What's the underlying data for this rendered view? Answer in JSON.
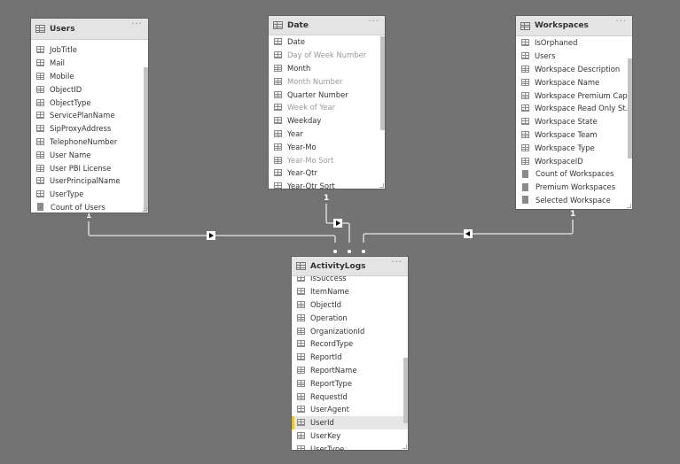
{
  "canvas_background": "#737373",
  "tables": {
    "users": {
      "title": "Users",
      "more": "···",
      "fields": [
        {
          "label": "JobTitle",
          "type": "column",
          "hidden": false
        },
        {
          "label": "Mail",
          "type": "column",
          "hidden": false
        },
        {
          "label": "Mobile",
          "type": "column",
          "hidden": false
        },
        {
          "label": "ObjectID",
          "type": "column",
          "hidden": false
        },
        {
          "label": "ObjectType",
          "type": "column",
          "hidden": false
        },
        {
          "label": "ServicePlanName",
          "type": "column",
          "hidden": false
        },
        {
          "label": "SipProxyAddress",
          "type": "column",
          "hidden": false
        },
        {
          "label": "TelephoneNumber",
          "type": "column",
          "hidden": false
        },
        {
          "label": "User Name",
          "type": "column",
          "hidden": false
        },
        {
          "label": "User PBI License",
          "type": "column",
          "hidden": false
        },
        {
          "label": "UserPrincipalName",
          "type": "column",
          "hidden": false
        },
        {
          "label": "UserType",
          "type": "column",
          "hidden": false
        },
        {
          "label": "Count of Users",
          "type": "measure",
          "hidden": false
        }
      ]
    },
    "date": {
      "title": "Date",
      "more": "···",
      "fields": [
        {
          "label": "Date",
          "type": "column",
          "hidden": false
        },
        {
          "label": "Day of Week Number",
          "type": "column",
          "hidden": true
        },
        {
          "label": "Month",
          "type": "column",
          "hidden": false
        },
        {
          "label": "Month Number",
          "type": "column",
          "hidden": true
        },
        {
          "label": "Quarter Number",
          "type": "column",
          "hidden": false
        },
        {
          "label": "Week of Year",
          "type": "column",
          "hidden": true
        },
        {
          "label": "Weekday",
          "type": "column",
          "hidden": false
        },
        {
          "label": "Year",
          "type": "column",
          "hidden": false
        },
        {
          "label": "Year-Mo",
          "type": "column",
          "hidden": false
        },
        {
          "label": "Year-Mo Sort",
          "type": "column",
          "hidden": true
        },
        {
          "label": "Year-Qtr",
          "type": "column",
          "hidden": false
        },
        {
          "label": "Year-Qtr Sort",
          "type": "column",
          "hidden": false
        }
      ]
    },
    "workspaces": {
      "title": "Workspaces",
      "more": "···",
      "fields": [
        {
          "label": "IsOrphaned",
          "type": "column",
          "hidden": false
        },
        {
          "label": "Users",
          "type": "column",
          "hidden": false
        },
        {
          "label": "Workspace Description",
          "type": "column",
          "hidden": false
        },
        {
          "label": "Workspace Name",
          "type": "column",
          "hidden": false
        },
        {
          "label": "Workspace Premium Cap...",
          "type": "column",
          "hidden": false
        },
        {
          "label": "Workspace Read Only St...",
          "type": "column",
          "hidden": false
        },
        {
          "label": "Workspace State",
          "type": "column",
          "hidden": false
        },
        {
          "label": "Workspace Team",
          "type": "column",
          "hidden": false
        },
        {
          "label": "Workspace Type",
          "type": "column",
          "hidden": false
        },
        {
          "label": "WorkspaceID",
          "type": "column",
          "hidden": false
        },
        {
          "label": "Count of Workspaces",
          "type": "measure",
          "hidden": false
        },
        {
          "label": "Premium Workspaces",
          "type": "measure",
          "hidden": false
        },
        {
          "label": "Selected Workspace",
          "type": "measure",
          "hidden": false
        },
        {
          "label": "",
          "type": "measure",
          "hidden": false
        }
      ]
    },
    "activitylogs": {
      "title": "ActivityLogs",
      "more": "···",
      "selected": "UserId",
      "fields": [
        {
          "label": "IsSuccess",
          "type": "column",
          "hidden": false
        },
        {
          "label": "ItemName",
          "type": "column",
          "hidden": false
        },
        {
          "label": "ObjectId",
          "type": "column",
          "hidden": false
        },
        {
          "label": "Operation",
          "type": "column",
          "hidden": false
        },
        {
          "label": "OrganizationId",
          "type": "column",
          "hidden": false
        },
        {
          "label": "RecordType",
          "type": "column",
          "hidden": false
        },
        {
          "label": "ReportId",
          "type": "column",
          "hidden": false
        },
        {
          "label": "ReportName",
          "type": "column",
          "hidden": false
        },
        {
          "label": "ReportType",
          "type": "column",
          "hidden": false
        },
        {
          "label": "RequestId",
          "type": "column",
          "hidden": false
        },
        {
          "label": "UserAgent",
          "type": "column",
          "hidden": false
        },
        {
          "label": "UserId",
          "type": "column",
          "hidden": false
        },
        {
          "label": "UserKey",
          "type": "column",
          "hidden": false
        },
        {
          "label": "UserType",
          "type": "column",
          "hidden": false
        }
      ]
    }
  },
  "relationships": [
    {
      "from": "Users",
      "to": "ActivityLogs",
      "one_side_label": "1",
      "direction": "right"
    },
    {
      "from": "Date",
      "to": "ActivityLogs",
      "one_side_label": "1",
      "direction": "right"
    },
    {
      "from": "Workspaces",
      "to": "ActivityLogs",
      "one_side_label": "1",
      "direction": "left"
    }
  ],
  "selection_color": "#f2c811"
}
